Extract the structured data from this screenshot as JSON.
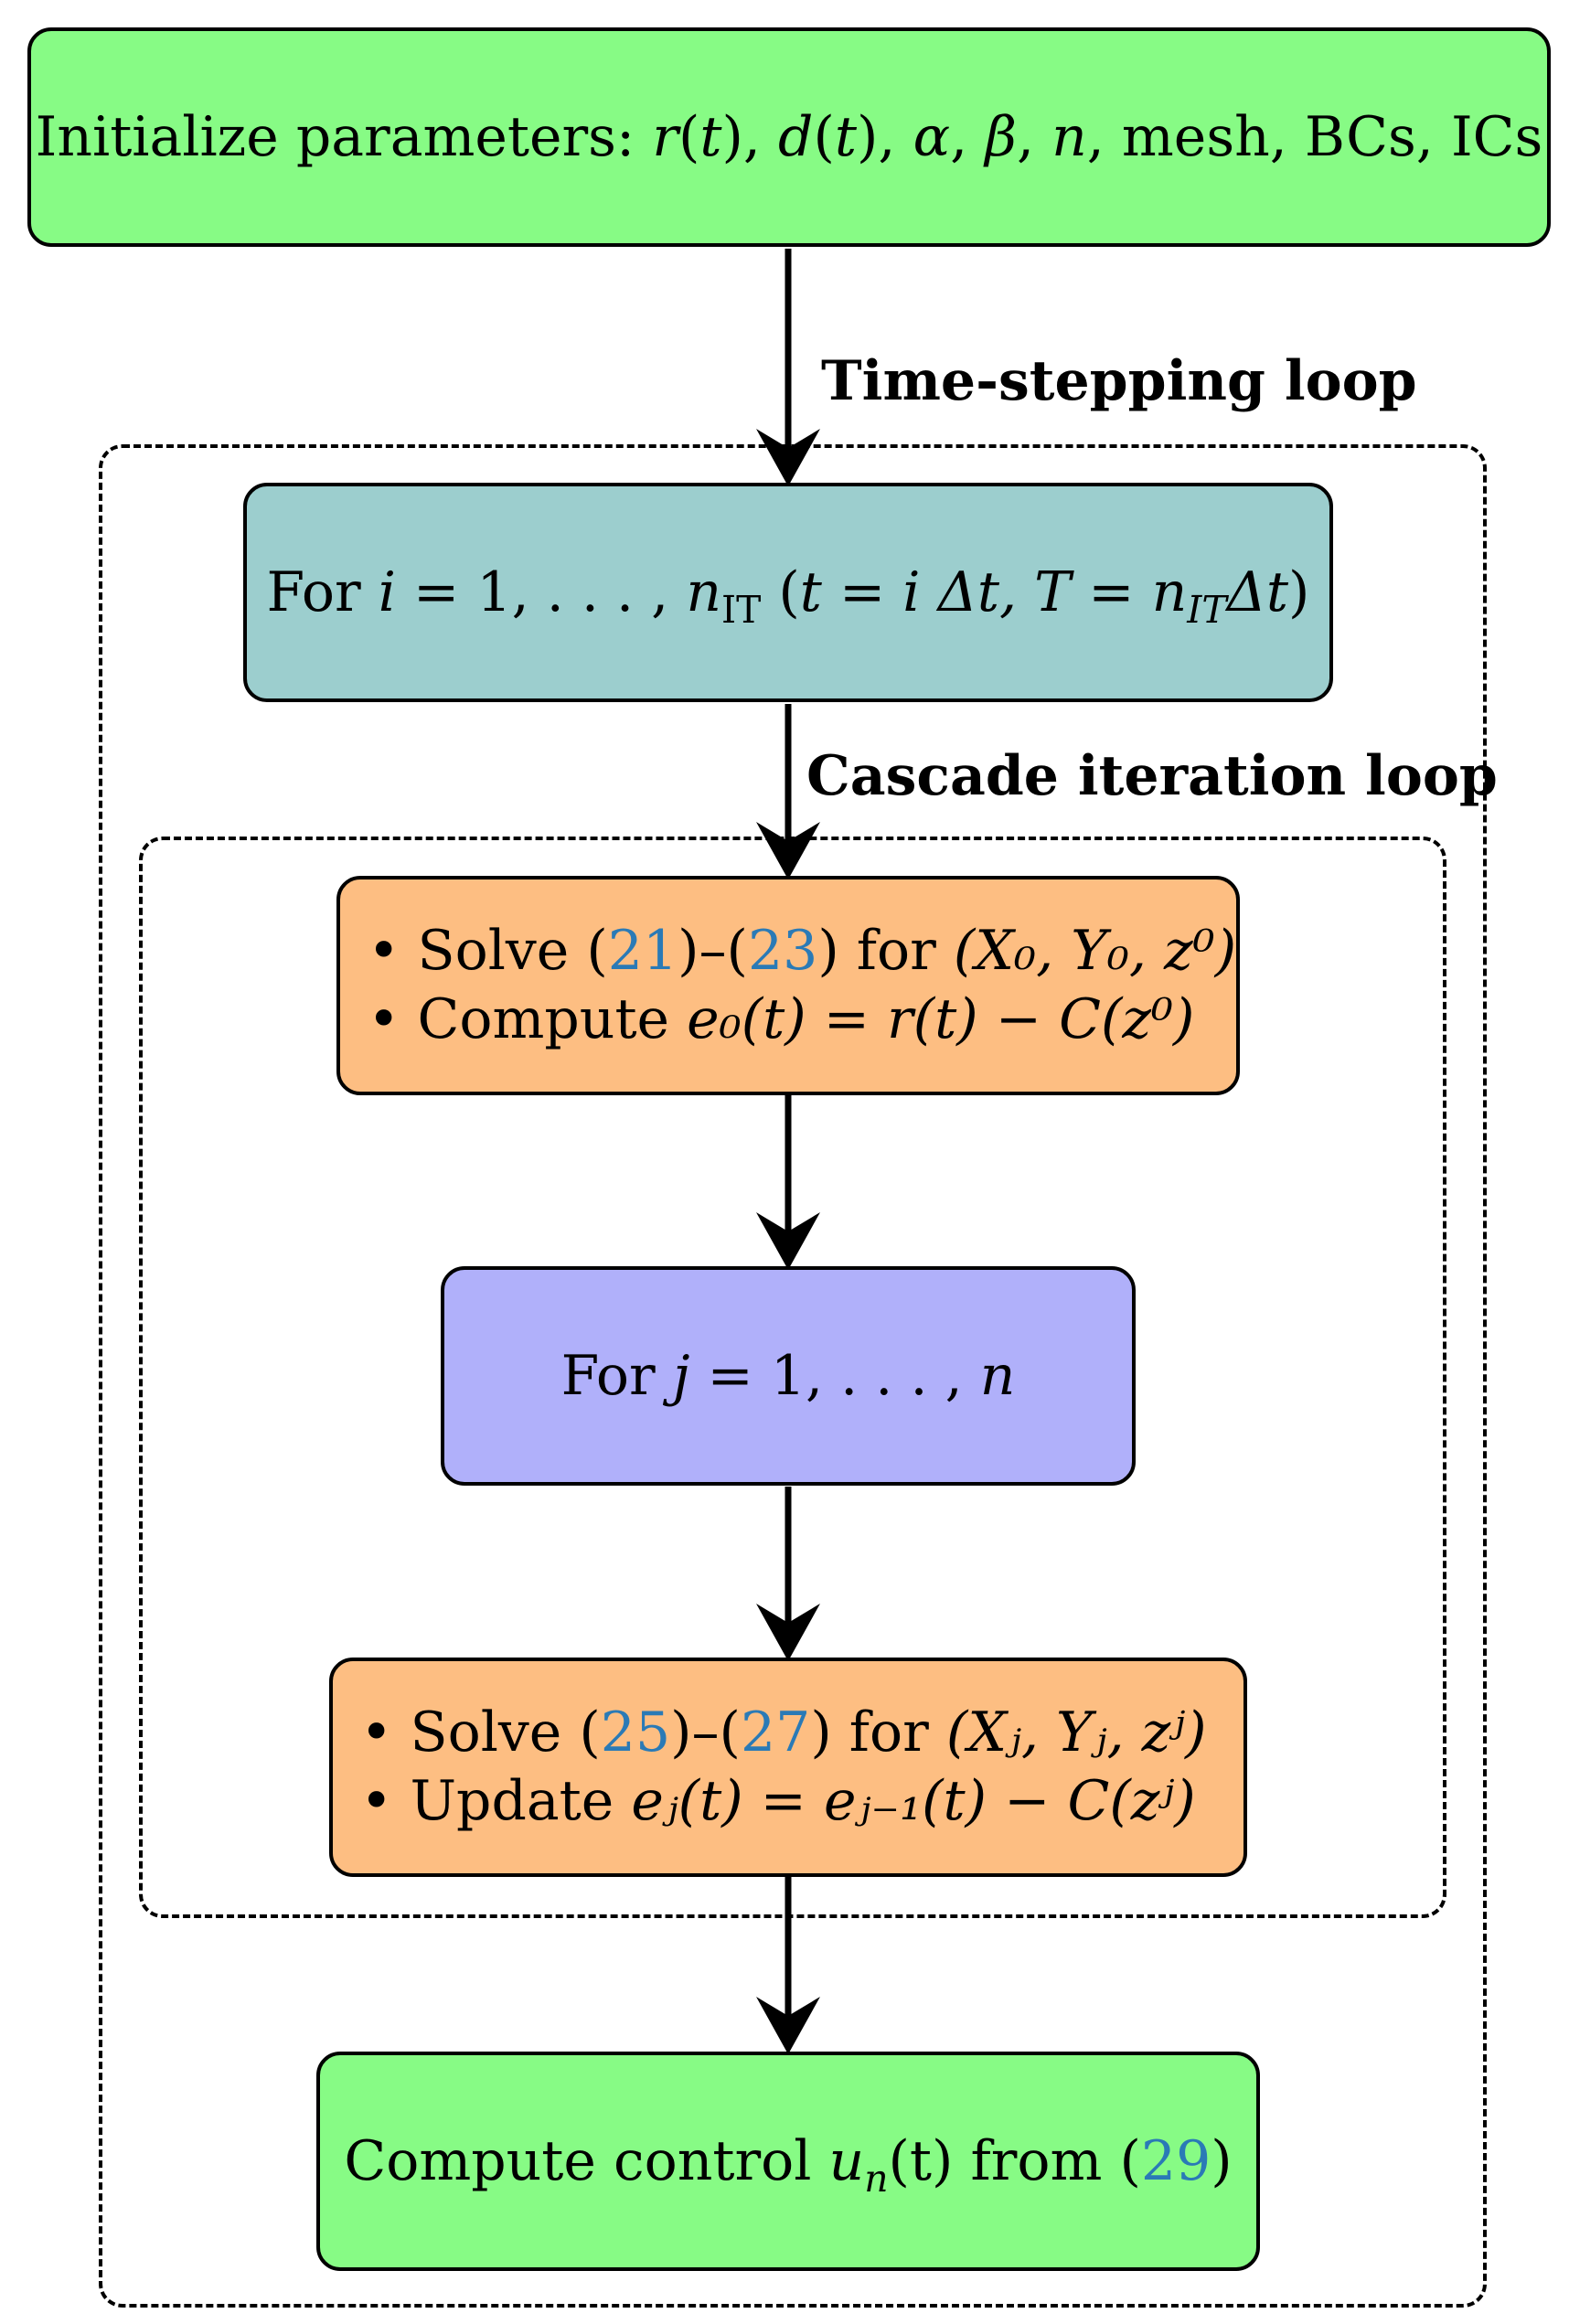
{
  "colors": {
    "init_box": "#87fb85",
    "outer_loop_box": "#9ccece",
    "cascade_box": "#fdbe82",
    "inner_loop_box": "#b0b0fa",
    "final_box": "#87fb85",
    "ref_link": "#2a7ab6"
  },
  "init": {
    "prefix": "Initialize parameters: ",
    "r": "r",
    "t": "t",
    "d": "d",
    "alpha": "α",
    "beta": "β",
    "n": "n",
    "suffix": ", mesh, BCs, ICs"
  },
  "labels": {
    "time_stepping": "Time-stepping loop",
    "cascade": "Cascade iteration loop"
  },
  "outer_loop": {
    "prefix": "For ",
    "i": "i",
    "range": " = 1, . . . , ",
    "n": "n",
    "n_sub": "IT",
    "time_def": "t = i Δt, T = n",
    "time_sub": "IT",
    "time_tail": "Δt"
  },
  "cascade_first": {
    "bullet": "•",
    "solve_word": "Solve (",
    "ref_a": "21",
    "dash": ")–(",
    "ref_b": "23",
    "for_word": ") for ",
    "tuple": "(X₀, Y₀, z⁰)",
    "compute_word": "Compute ",
    "equation": "e₀(t) = r(t) − C(z⁰)"
  },
  "inner_loop": {
    "prefix": "For ",
    "j": "j",
    "range": " = 1, . . . , ",
    "n": "n"
  },
  "cascade_update": {
    "bullet": "•",
    "solve_word": "Solve (",
    "ref_a": "25",
    "dash": ")–(",
    "ref_b": "27",
    "for_word": ") for ",
    "tuple": "(Xⱼ, Yⱼ, zʲ)",
    "update_word": "Update ",
    "equation": "eⱼ(t) = eⱼ₋₁(t) − C(zʲ)"
  },
  "final": {
    "prefix": "Compute control ",
    "u": "u",
    "u_sub": "n",
    "t": "(t)",
    "from_word": " from (",
    "ref": "29",
    "close": ")"
  }
}
